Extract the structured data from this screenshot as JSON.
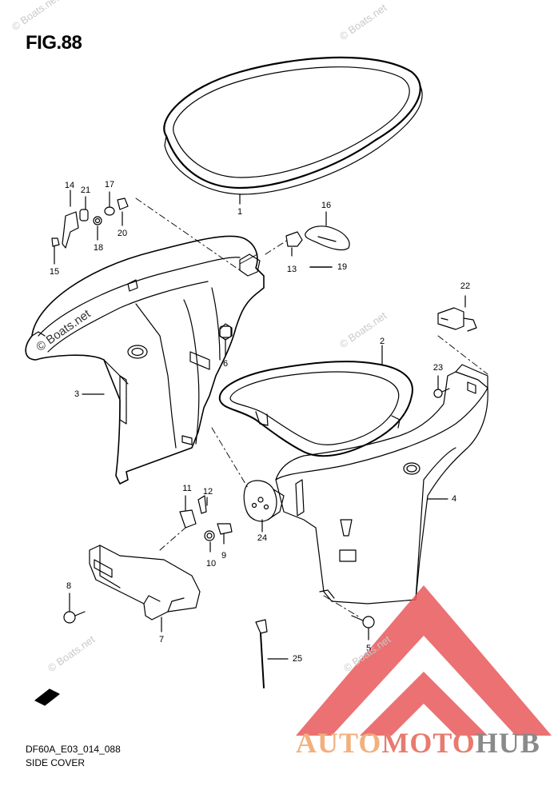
{
  "figure": {
    "title": "FIG.88",
    "code": "DF60A_E03_014_088",
    "name": "SIDE COVER"
  },
  "watermark_text": "© Boats.net",
  "logo": {
    "part1": "AUTO",
    "part2": "MOTO",
    "part3": "HUB",
    "colors": {
      "auto": "#f2b07e",
      "moto": "#e87a6e",
      "hub": "#8a8a8a",
      "triangle": "#e8585a"
    }
  },
  "fwd_label": "FWD",
  "callouts": [
    {
      "id": "c1",
      "label": "1"
    },
    {
      "id": "c2",
      "label": "2"
    },
    {
      "id": "c3",
      "label": "3"
    },
    {
      "id": "c4",
      "label": "4"
    },
    {
      "id": "c5",
      "label": "5"
    },
    {
      "id": "c6",
      "label": "6"
    },
    {
      "id": "c7",
      "label": "7"
    },
    {
      "id": "c8",
      "label": "8"
    },
    {
      "id": "c9",
      "label": "9"
    },
    {
      "id": "c10",
      "label": "10"
    },
    {
      "id": "c11",
      "label": "11"
    },
    {
      "id": "c12",
      "label": "12"
    },
    {
      "id": "c13",
      "label": "13"
    },
    {
      "id": "c14",
      "label": "14"
    },
    {
      "id": "c15",
      "label": "15"
    },
    {
      "id": "c16",
      "label": "16"
    },
    {
      "id": "c17",
      "label": "17"
    },
    {
      "id": "c18",
      "label": "18"
    },
    {
      "id": "c19",
      "label": "19"
    },
    {
      "id": "c20",
      "label": "20"
    },
    {
      "id": "c21",
      "label": "21"
    },
    {
      "id": "c22",
      "label": "22"
    },
    {
      "id": "c23",
      "label": "23"
    },
    {
      "id": "c24",
      "label": "24"
    },
    {
      "id": "c25",
      "label": "25"
    }
  ]
}
